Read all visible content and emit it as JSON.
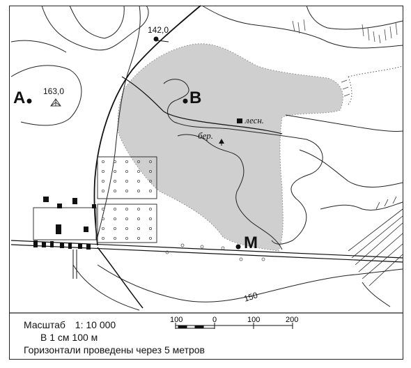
{
  "map": {
    "points": {
      "A": "A",
      "B": "B",
      "M": "M"
    },
    "elevations": {
      "top": "142,0",
      "left": "163,0"
    },
    "contour_label": "150",
    "vegetation": {
      "forest": "лесн.",
      "birch": "бер."
    }
  },
  "legend": {
    "scale_title": "Масштаб",
    "scale_ratio": "1: 10 000",
    "scale_cm": "В 1 см 100 м",
    "contour_note": "Горизонтали проведены через 5 метров",
    "scale_ticks": [
      "100",
      "0",
      "100",
      "200"
    ]
  },
  "colors": {
    "forest_fill": "#cfcfcf",
    "line": "#111111"
  }
}
